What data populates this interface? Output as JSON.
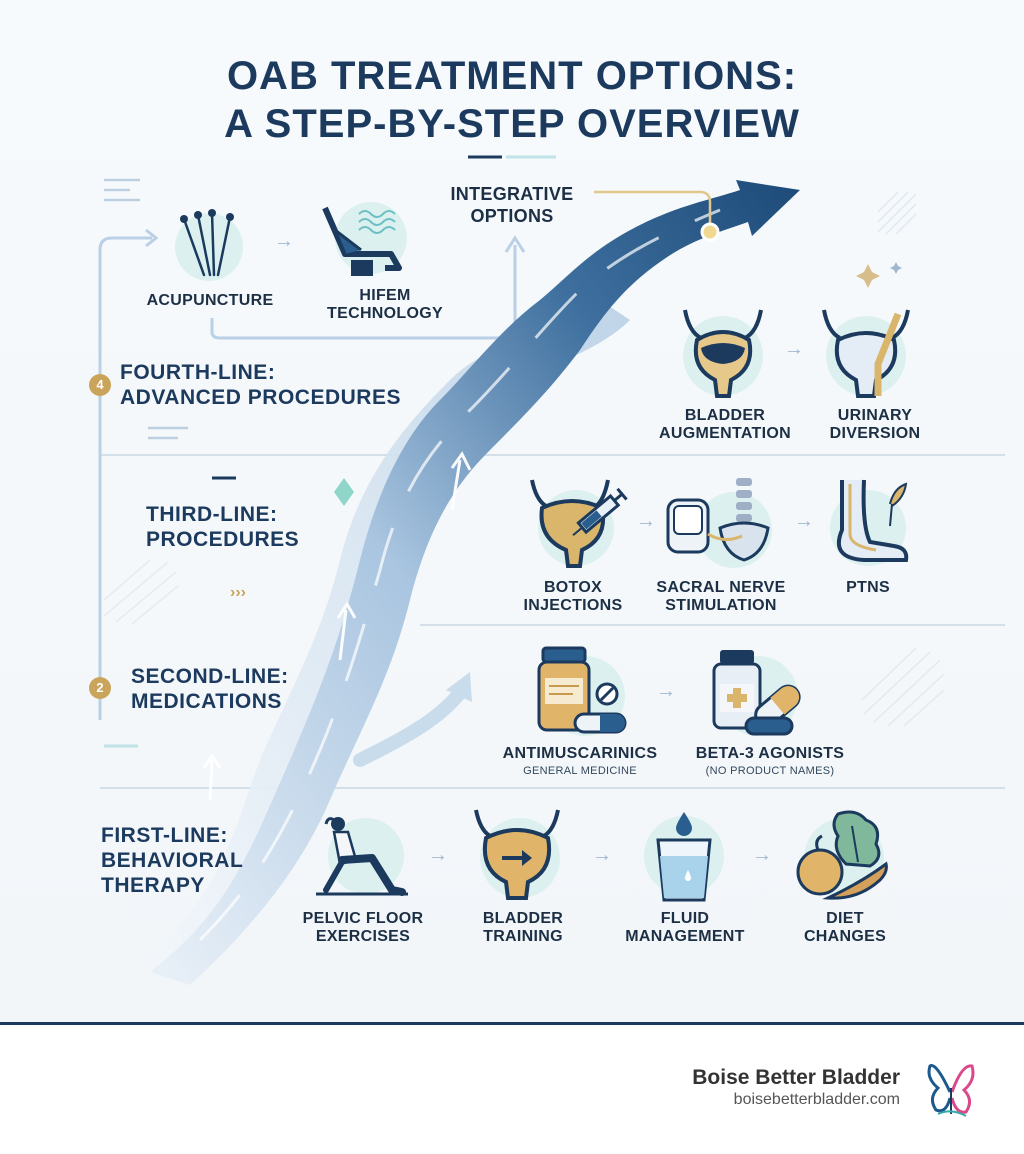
{
  "title": {
    "line1": "OAB TREATMENT OPTIONS:",
    "line2": "A STEP-BY-STEP OVERVIEW"
  },
  "integrative": {
    "heading_line1": "INTEGRATIVE",
    "heading_line2": "OPTIONS",
    "items": [
      {
        "label_line1": "ACUPUNCTURE",
        "label_line2": "",
        "icon": "acupuncture-needles-icon"
      },
      {
        "label_line1": "HIFEM",
        "label_line2": "TECHNOLOGY",
        "icon": "hifem-chair-icon"
      }
    ]
  },
  "tiers": {
    "fourth": {
      "badge": "4",
      "line1": "FOURTH-LINE:",
      "line2": "ADVANCED PROCEDURES"
    },
    "third": {
      "line1": "THIRD-LINE:",
      "line2": "PROCEDURES"
    },
    "second": {
      "badge": "2",
      "line1": "SECOND-LINE:",
      "line2": "MEDICATIONS"
    },
    "first": {
      "line1": "FIRST-LINE:",
      "line2": "BEHAVIORAL",
      "line3": "THERAPY"
    }
  },
  "advanced": [
    {
      "label_line1": "BLADDER",
      "label_line2": "AUGMENTATION",
      "icon": "bladder-augmentation-icon"
    },
    {
      "label_line1": "URINARY",
      "label_line2": "DIVERSION",
      "icon": "urinary-diversion-icon"
    }
  ],
  "procedures": [
    {
      "label_line1": "BOTOX",
      "label_line2": "INJECTIONS",
      "icon": "botox-injection-icon"
    },
    {
      "label_line1": "SACRAL NERVE",
      "label_line2": "STIMULATION",
      "icon": "sacral-nerve-stimulator-icon"
    },
    {
      "label_line1": "PTNS",
      "label_line2": "",
      "icon": "tibial-nerve-foot-icon"
    }
  ],
  "medications": [
    {
      "label": "ANTIMUSCARINICS",
      "sublabel": "GENERAL MEDICINE",
      "icon": "medicine-bottle-icon"
    },
    {
      "label": "BETA-3 AGONISTS",
      "sublabel": "(NO PRODUCT NAMES)",
      "icon": "medicine-capsule-icon"
    }
  ],
  "behavioral": [
    {
      "label_line1": "PELVIC FLOOR",
      "label_line2": "EXERCISES",
      "icon": "pelvic-exercise-icon"
    },
    {
      "label_line1": "BLADDER",
      "label_line2": "TRAINING",
      "icon": "bladder-training-icon"
    },
    {
      "label_line1": "FLUID",
      "label_line2": "MANAGEMENT",
      "icon": "water-glass-icon"
    },
    {
      "label_line1": "DIET",
      "label_line2": "CHANGES",
      "icon": "vegetables-icon"
    }
  ],
  "footer": {
    "brand": "Boise Better Bladder",
    "url": "boisebetterbladder.com",
    "logo_icon": "butterfly-logo-icon"
  },
  "colors": {
    "navy": "#1c3a5e",
    "gold": "#c9a45a",
    "teal_circle": "#dcf1ef",
    "arrow_blue": "#2a5e8e"
  }
}
